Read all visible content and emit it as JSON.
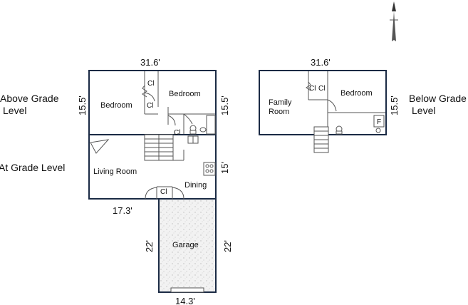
{
  "compass": {
    "icon": "north-arrow-icon"
  },
  "labels": {
    "above_grade_line1": "Above Grade",
    "above_grade_line2": "Level",
    "at_grade": "At Grade Level",
    "below_grade_line1": "Below Grade",
    "below_grade_line2": "Level"
  },
  "dimensions": {
    "main_top_width": "31.6'",
    "main_upper_height_left": "15.5'",
    "main_upper_height_right": "15.5'",
    "main_lower_height": "15'",
    "main_lower_width": "17.3'",
    "garage_height_left": "22'",
    "garage_height_right": "22'",
    "garage_width": "14.3'",
    "below_width": "31.6'",
    "below_height": "15.5'"
  },
  "rooms": {
    "upper_bedroom_left": "Bedroom",
    "upper_bedroom_right": "Bedroom",
    "living_room": "Living Room",
    "dining": "Dining",
    "garage": "Garage",
    "family_room_line1": "Family",
    "family_room_line2": "Room",
    "below_bedroom": "Bedroom"
  },
  "closets": {
    "upper_a": "Cl",
    "upper_b": "Cl",
    "upper_c": "Cl",
    "lower_a": "Cl",
    "below_a": "Cl",
    "below_b": "Cl"
  },
  "fixtures": {
    "furnace": "F"
  },
  "colors": {
    "wall": "#1a2a44",
    "garage_fill": "#eeeeee"
  }
}
